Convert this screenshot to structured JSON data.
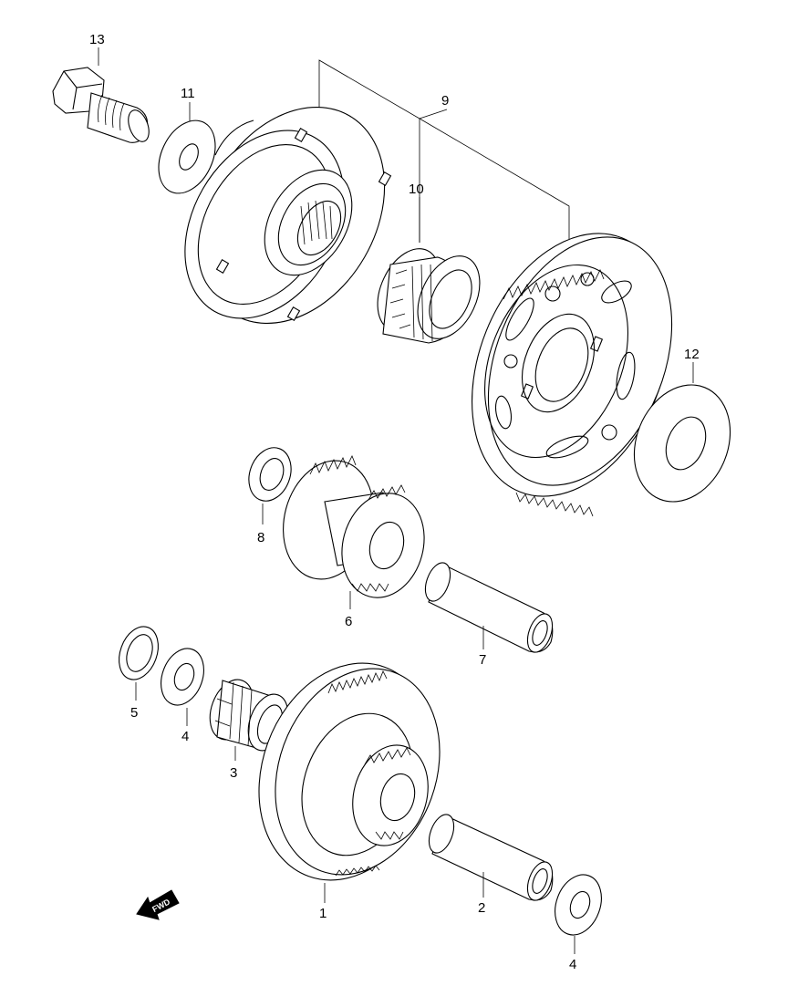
{
  "parts": {
    "p1": "1",
    "p2": "2",
    "p3": "3",
    "p4a": "4",
    "p4b": "4",
    "p5": "5",
    "p6": "6",
    "p7": "7",
    "p8": "8",
    "p9": "9",
    "p10": "10",
    "p11": "11",
    "p12": "12",
    "p13": "13"
  },
  "fwd_label": "FWD",
  "icons": {
    "fwd_arrow": "fwd-arrow-icon"
  }
}
